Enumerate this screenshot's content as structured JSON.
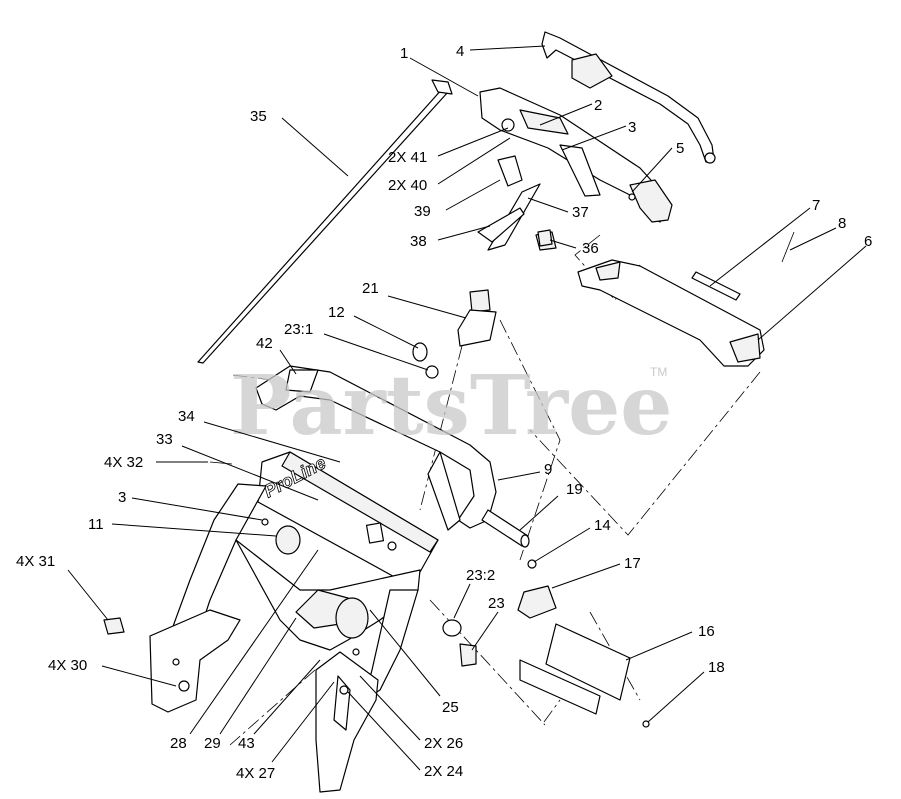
{
  "watermark": {
    "text": "PartsTree",
    "trademark": "TM"
  },
  "decal_text": "ProLine",
  "callouts": [
    {
      "id": "c1",
      "label": "1"
    },
    {
      "id": "c2",
      "label": "2"
    },
    {
      "id": "c3a",
      "label": "3"
    },
    {
      "id": "c4",
      "label": "4"
    },
    {
      "id": "c5",
      "label": "5"
    },
    {
      "id": "c6",
      "label": "6"
    },
    {
      "id": "c7",
      "label": "7"
    },
    {
      "id": "c8",
      "label": "8"
    },
    {
      "id": "c9",
      "label": "9"
    },
    {
      "id": "c11",
      "label": "11"
    },
    {
      "id": "c12",
      "label": "12"
    },
    {
      "id": "c14",
      "label": "14"
    },
    {
      "id": "c16",
      "label": "16"
    },
    {
      "id": "c17",
      "label": "17"
    },
    {
      "id": "c18",
      "label": "18"
    },
    {
      "id": "c19",
      "label": "19"
    },
    {
      "id": "c21",
      "label": "21"
    },
    {
      "id": "c23",
      "label": "23"
    },
    {
      "id": "c231",
      "label": "23:1"
    },
    {
      "id": "c232",
      "label": "23:2"
    },
    {
      "id": "c24",
      "label": "2X 24"
    },
    {
      "id": "c25",
      "label": "25"
    },
    {
      "id": "c26",
      "label": "2X 26"
    },
    {
      "id": "c27",
      "label": "4X 27"
    },
    {
      "id": "c28",
      "label": "28"
    },
    {
      "id": "c29",
      "label": "29"
    },
    {
      "id": "c30",
      "label": "4X 30"
    },
    {
      "id": "c31",
      "label": "4X 31"
    },
    {
      "id": "c32",
      "label": "4X 32"
    },
    {
      "id": "c33",
      "label": "33"
    },
    {
      "id": "c34",
      "label": "34"
    },
    {
      "id": "c35",
      "label": "35"
    },
    {
      "id": "c36",
      "label": "36"
    },
    {
      "id": "c37",
      "label": "37"
    },
    {
      "id": "c38",
      "label": "38"
    },
    {
      "id": "c39",
      "label": "39"
    },
    {
      "id": "c40",
      "label": "2X 40"
    },
    {
      "id": "c41",
      "label": "2X 41"
    },
    {
      "id": "c42",
      "label": "42"
    },
    {
      "id": "c43",
      "label": "43"
    },
    {
      "id": "c3b",
      "label": "3"
    }
  ]
}
